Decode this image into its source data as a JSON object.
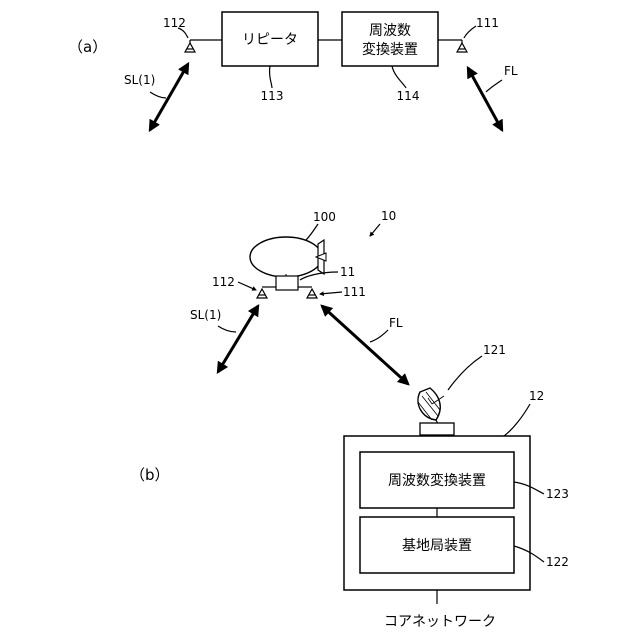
{
  "panel_a": {
    "label": "（a）",
    "repeater_label": "リピータ",
    "freq_converter_label_line1": "周波数",
    "freq_converter_label_line2": "変換装置",
    "ref_112": "112",
    "ref_111": "111",
    "ref_113": "113",
    "ref_114": "114",
    "link_sl": "SL(1)",
    "link_fl": "FL"
  },
  "panel_b": {
    "label": "（b）",
    "ref_100": "100",
    "ref_10": "10",
    "ref_11": "11",
    "ref_112": "112",
    "ref_111": "111",
    "link_sl": "SL(1)",
    "link_fl": "FL",
    "ref_121": "121",
    "ref_12": "12",
    "freq_converter_label": "周波数変換装置",
    "ref_123": "123",
    "base_station_label": "基地局装置",
    "ref_122": "122",
    "core_network_label": "コアネットワーク"
  }
}
